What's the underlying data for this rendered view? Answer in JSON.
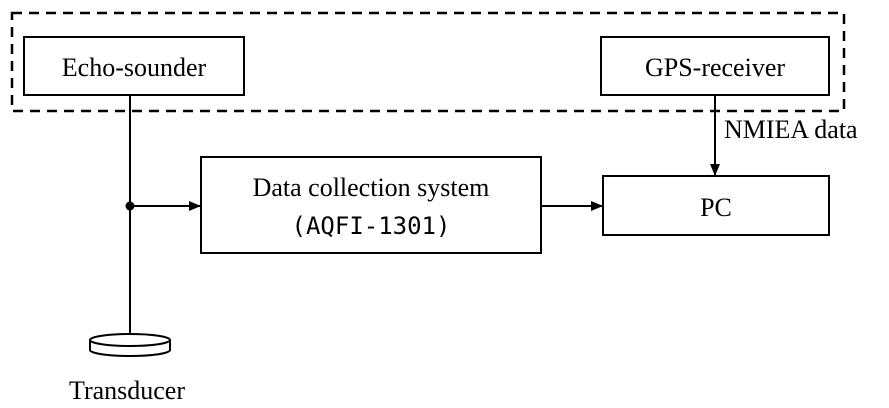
{
  "diagram": {
    "nodes": {
      "echo_sounder": "Echo-sounder",
      "gps_receiver": "GPS-receiver",
      "data_collection_line1": "Data collection system",
      "data_collection_line2": "(AQFI-1301)",
      "pc": "PC",
      "transducer": "Transducer"
    },
    "edges": {
      "gps_to_pc": "NMIEA data"
    },
    "colors": {
      "stroke": "#000000",
      "background": "#ffffff"
    }
  }
}
